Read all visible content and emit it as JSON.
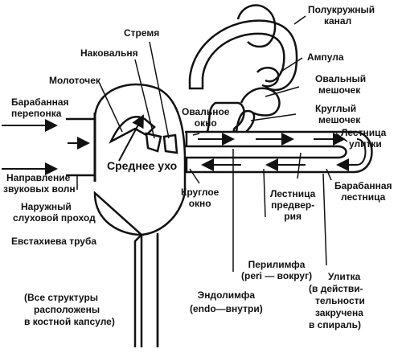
{
  "labels": {
    "semicircular_canal": [
      "Полукружный",
      "канал"
    ],
    "ampulla": "Ампула",
    "stirrup": "Стремя",
    "anvil": "Наковальня",
    "hammer": "Молоточек",
    "oval_sac": [
      "Овальный",
      "мешочек"
    ],
    "round_sac": [
      "Круглый",
      "мешочек"
    ],
    "eardrum": [
      "Барабанная",
      "перепонка"
    ],
    "oval_window": [
      "Овальное",
      "окно"
    ],
    "scala_cochlea": [
      "Лестница",
      "улитки"
    ],
    "sound_direction": [
      "Направление",
      "звуковых волн"
    ],
    "middle_ear": "Среднее ухо",
    "round_window": [
      "Круглое",
      "окно"
    ],
    "scala_vestibule": [
      "Лестница",
      "предвер-",
      "рия"
    ],
    "scala_tympani": [
      "Барабанная",
      "лестница"
    ],
    "ear_canal": [
      "Наружный",
      "слуховой проход"
    ],
    "eustachian_tube": "Евстахиева труба",
    "perilymph": "Перилимфа",
    "perilymph_note": "(peri — вокруг)",
    "all_structures_note": [
      "(Все структуры",
      "расположены",
      "в костной капсуле)"
    ],
    "endolymph": "Эндолимфа",
    "endolymph_note": "(endo—внутри)",
    "cochlea": "Улитка",
    "cochlea_note": [
      "(в действи-",
      "тельности",
      "закручена",
      "в спираль)"
    ]
  }
}
